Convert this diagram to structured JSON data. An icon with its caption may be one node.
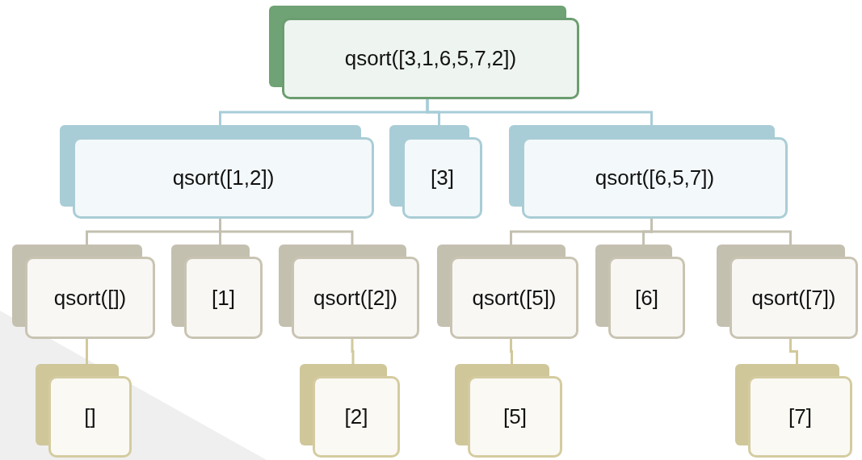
{
  "diagram": {
    "nodes": [
      {
        "text": [
          "qsort([3,1,6,5,7,2])"
        ]
      },
      {
        "text": [
          "qsort([1,2])"
        ]
      },
      {
        "text": [
          "[3]"
        ]
      },
      {
        "text": [
          "qsort([6,5,7])"
        ]
      },
      {
        "text": [
          "qsort([])"
        ]
      },
      {
        "text": [
          "[1]"
        ]
      },
      {
        "text": [
          "qsort([2])"
        ]
      },
      {
        "text": [
          "qsort([5])"
        ]
      },
      {
        "text": [
          "[6]"
        ]
      },
      {
        "text": [
          "qsort([7])"
        ]
      },
      {
        "text": [
          "[]"
        ]
      },
      {
        "text": [
          "[2]"
        ]
      },
      {
        "text": [
          "[5]"
        ]
      },
      {
        "text": [
          "[7]"
        ]
      }
    ],
    "edges": [
      {
        "from": 0,
        "to": 1,
        "arrow": "none",
        "color": "#a8cdd8"
      },
      {
        "from": 0,
        "to": 2,
        "arrow": "none",
        "color": "#a8cdd8"
      },
      {
        "from": 0,
        "to": 3,
        "arrow": "none",
        "color": "#a8cdd8"
      },
      {
        "from": 1,
        "to": 4,
        "arrow": "none"
      },
      {
        "from": 1,
        "to": 5,
        "arrow": "none"
      },
      {
        "from": 1,
        "to": 6,
        "arrow": "none"
      },
      {
        "from": 3,
        "to": 7,
        "arrow": "none"
      },
      {
        "from": 3,
        "to": 8,
        "arrow": "none"
      },
      {
        "from": 3,
        "to": 9,
        "arrow": "none"
      },
      {
        "from": 4,
        "to": 10,
        "arrow": "none",
        "color": "#d2c99c"
      },
      {
        "from": 6,
        "to": 11,
        "arrow": "none",
        "color": "#d2c99c"
      },
      {
        "from": 7,
        "to": 12,
        "arrow": "none",
        "color": "#d2c99c"
      },
      {
        "from": 9,
        "to": 13,
        "arrow": "none",
        "color": "#d2c99c"
      }
    ]
  }
}
